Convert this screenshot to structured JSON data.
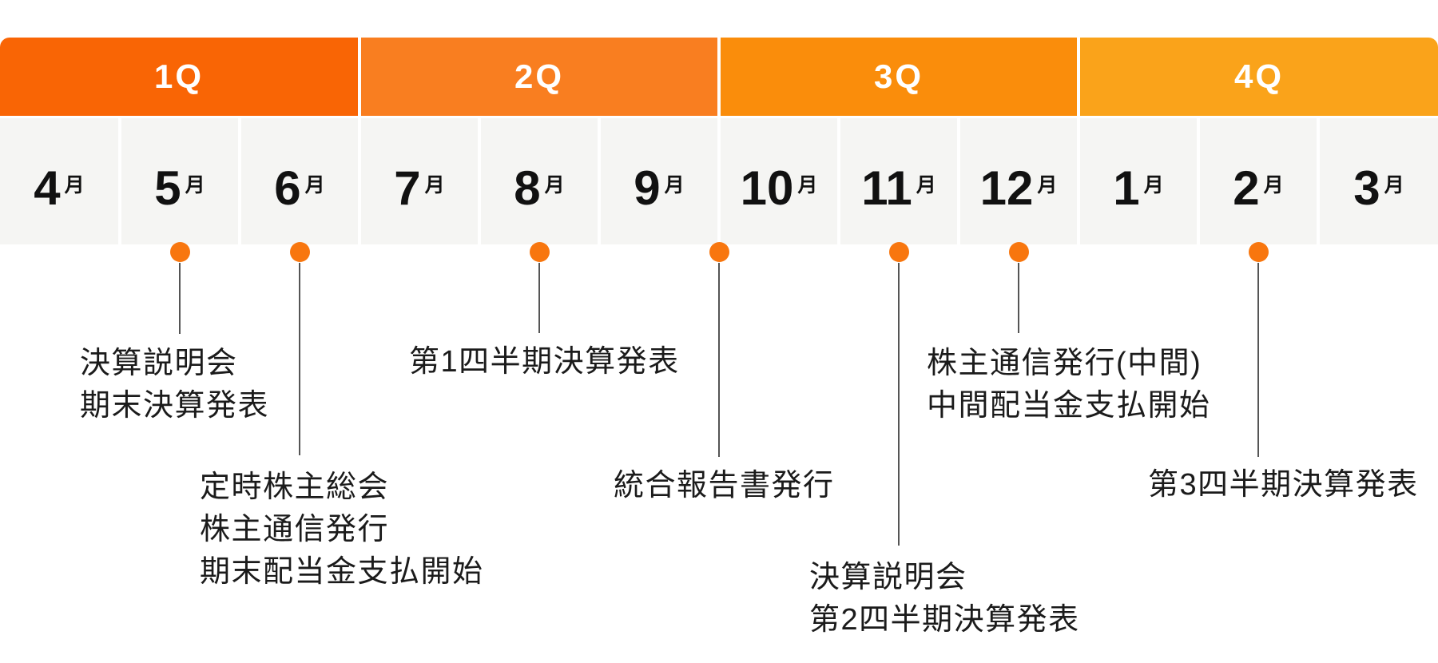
{
  "quarters": [
    {
      "label": "1Q",
      "color": "#f96505"
    },
    {
      "label": "2Q",
      "color": "#f97e20"
    },
    {
      "label": "3Q",
      "color": "#fa8d0b"
    },
    {
      "label": "4Q",
      "color": "#faa31a"
    }
  ],
  "months": [
    {
      "num": "4",
      "unit": "月"
    },
    {
      "num": "5",
      "unit": "月"
    },
    {
      "num": "6",
      "unit": "月"
    },
    {
      "num": "7",
      "unit": "月"
    },
    {
      "num": "8",
      "unit": "月"
    },
    {
      "num": "9",
      "unit": "月"
    },
    {
      "num": "10",
      "unit": "月"
    },
    {
      "num": "11",
      "unit": "月"
    },
    {
      "num": "12",
      "unit": "月"
    },
    {
      "num": "1",
      "unit": "月"
    },
    {
      "num": "2",
      "unit": "月"
    },
    {
      "num": "3",
      "unit": "月"
    }
  ],
  "events": [
    {
      "month": "5月",
      "lines": [
        "決算説明会",
        "期末決算発表"
      ]
    },
    {
      "month": "6月",
      "lines": [
        "定時株主総会",
        "株主通信発行",
        "期末配当金支払開始"
      ]
    },
    {
      "month": "8月",
      "lines": [
        "第1四半期決算発表"
      ]
    },
    {
      "month": "9月/10月",
      "lines": [
        "統合報告書発行"
      ]
    },
    {
      "month": "11月",
      "lines": [
        "決算説明会",
        "第2四半期決算発表"
      ]
    },
    {
      "month": "12月",
      "lines": [
        "株主通信発行(中間)",
        "中間配当金支払開始"
      ]
    },
    {
      "month": "2月",
      "lines": [
        "第3四半期決算発表"
      ]
    }
  ],
  "colors": {
    "marker": "#f8760e",
    "month_cell_bg": "#f5f5f3",
    "connector": "#555555",
    "text": "#1b1b1b"
  }
}
